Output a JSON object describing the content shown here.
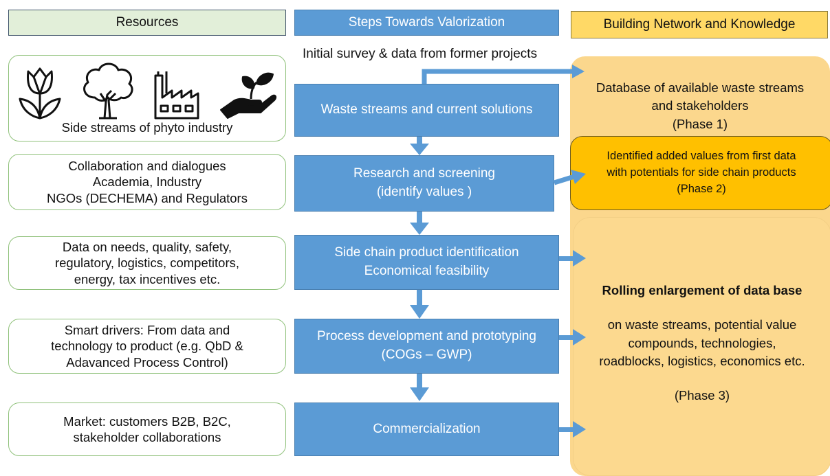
{
  "headers": {
    "resources": "Resources",
    "steps": "Steps Towards Valorization",
    "network": "Building Network and Knowledge"
  },
  "top_note": "Initial survey & data from former projects",
  "icons": [
    "tulip-icon",
    "tree-icon",
    "factory-icon",
    "hand-plant-icon"
  ],
  "resources": [
    {
      "lines": [
        "Side streams of phyto industry"
      ]
    },
    {
      "lines": [
        "Collaboration and dialogues",
        "Academia, Industry",
        "NGOs (DECHEMA) and Regulators"
      ]
    },
    {
      "lines": [
        "Data on needs, quality, safety,",
        "regulatory, logistics, competitors,",
        "energy,  tax incentives etc."
      ]
    },
    {
      "lines": [
        "Smart drivers: From data and",
        "technology to product (e.g. QbD &",
        "Adavanced Process Control)"
      ]
    },
    {
      "lines": [
        "Market: customers B2B, B2C,",
        "stakeholder collaborations"
      ]
    }
  ],
  "steps": [
    {
      "lines": [
        "Waste streams and current solutions"
      ]
    },
    {
      "lines": [
        "Research and screening",
        "(identify values )"
      ]
    },
    {
      "lines": [
        "Side chain product identification",
        "Economical feasibility"
      ]
    },
    {
      "lines": [
        "Process development and prototyping",
        "(COGs – GWP)"
      ]
    },
    {
      "lines": [
        "Commercialization"
      ]
    }
  ],
  "network": {
    "phase1": [
      "Database of available waste streams",
      "and stakeholders",
      "(Phase 1)"
    ],
    "phase2": [
      "Identified added values from first data",
      "with potentials for side chain products",
      "(Phase 2)"
    ],
    "phase3_title": "Rolling enlargement of data base",
    "phase3_lines": [
      "on waste streams, potential value",
      "compounds, technologies,",
      "roadblocks, logistics, economics etc."
    ],
    "phase3_label": "(Phase 3)"
  },
  "colors": {
    "step_blue": "#5b9bd5",
    "resource_border": "#8fc17a",
    "phase2_orange": "#ffc000",
    "phase3_light": "#fcd98f",
    "header_green": "#e2efd9",
    "header_yellow": "#ffd966"
  }
}
